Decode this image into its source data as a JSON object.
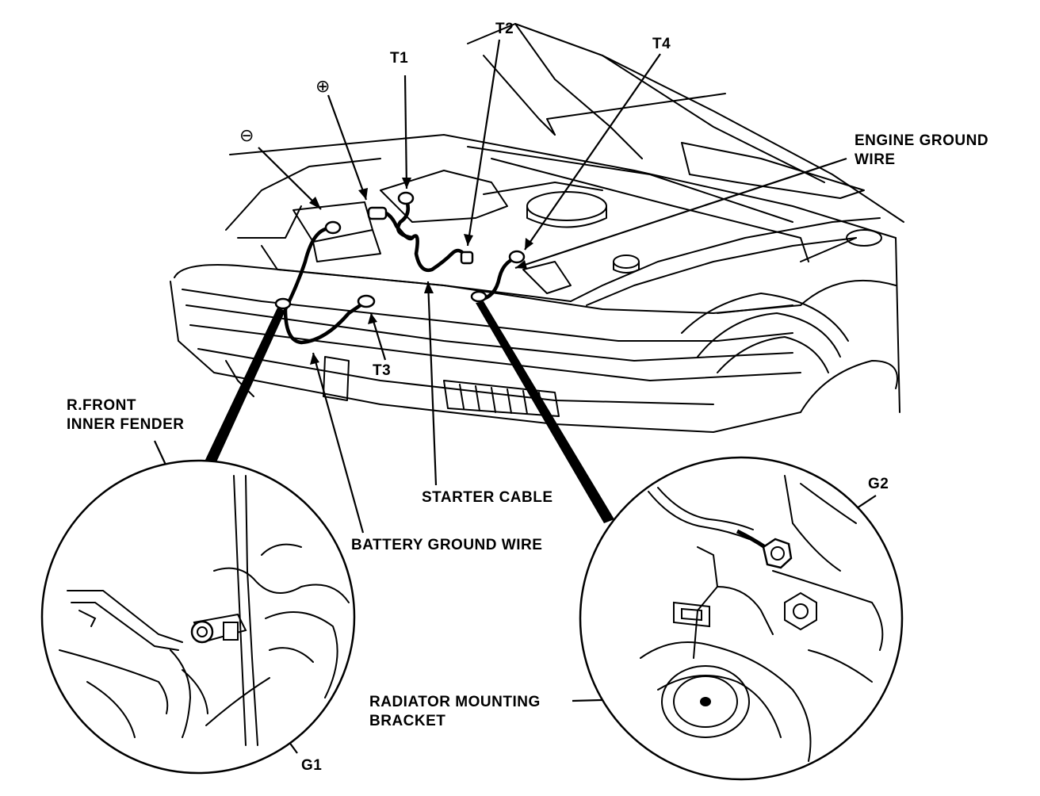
{
  "labels": {
    "t1": "T1",
    "t2": "T2",
    "t3": "T3",
    "t4": "T4",
    "minus": "⊖",
    "plus": "⊕",
    "engine_ground_line1": "ENGINE GROUND",
    "engine_ground_line2": "WIRE",
    "r_front_line1": "R.FRONT",
    "r_front_line2": "INNER FENDER",
    "starter_cable": "STARTER CABLE",
    "battery_ground_wire": "BATTERY GROUND WIRE",
    "g1": "G1",
    "g2": "G2",
    "radiator_line1": "RADIATOR MOUNTING",
    "radiator_line2": "BRACKET"
  },
  "colors": {
    "ink": "#000000",
    "paper": "#ffffff"
  }
}
